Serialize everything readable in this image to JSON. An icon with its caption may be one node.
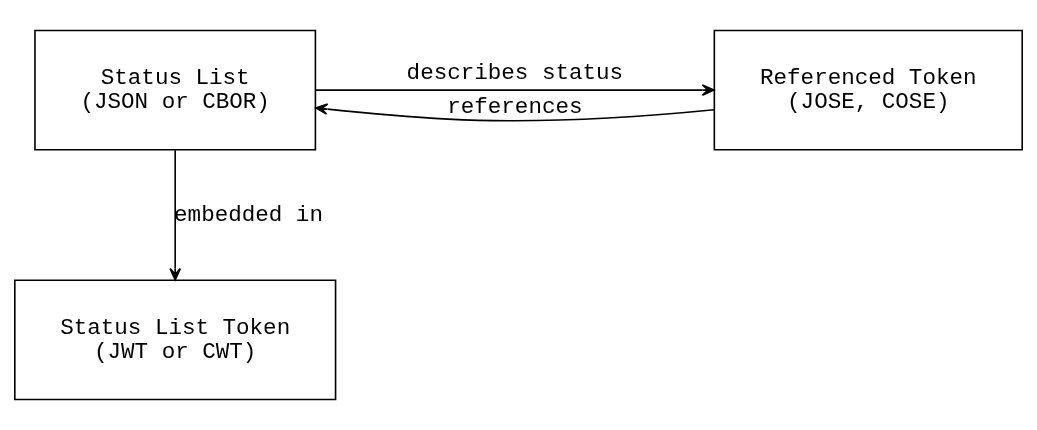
{
  "diagram": {
    "nodes": [
      {
        "text": [
          "Status List",
          "(JSON or CBOR)"
        ]
      },
      {
        "text": [
          "Referenced Token",
          "(JOSE, COSE)"
        ]
      },
      {
        "text": [
          "Status List Token",
          "(JWT or CWT)"
        ]
      }
    ],
    "edges": [
      {
        "from": 0,
        "to": 1,
        "arrow": "to",
        "label": "describes status"
      },
      {
        "from": 1,
        "to": 0,
        "arrow": "to",
        "label": "references"
      },
      {
        "from": 0,
        "to": 2,
        "arrow": "to",
        "label": "embedded in"
      }
    ]
  }
}
